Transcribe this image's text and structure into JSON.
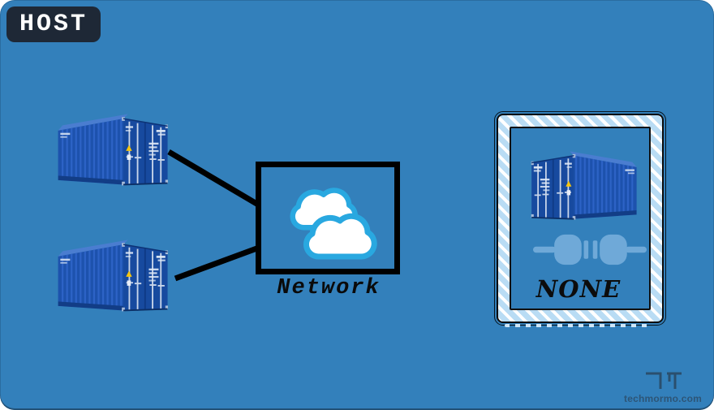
{
  "canvas": {
    "background_color": "#3380bb"
  },
  "host_badge": {
    "label": "HOST",
    "background_color": "#1e2836",
    "text_color": "#ffffff"
  },
  "left_group": {
    "containers": [
      {
        "name": "container-1",
        "art": "blue-shipping-container"
      },
      {
        "name": "container-2",
        "art": "blue-shipping-container"
      }
    ],
    "network_box": {
      "label": "Network",
      "border_color": "#000000",
      "cloud_icon": "cloud-icon",
      "cloud_fill": "#ffffff",
      "cloud_stroke": "#29a8e0"
    },
    "connections": [
      {
        "from": "container-1",
        "to": "network-box",
        "line_color": "#000000"
      },
      {
        "from": "container-2",
        "to": "network-box",
        "line_color": "#000000"
      }
    ]
  },
  "right_group": {
    "label": "NONE",
    "container": {
      "name": "container-3",
      "art": "blue-shipping-container-mirrored"
    },
    "plug_icon": "disconnected-plug-icon",
    "plug_color": "#6fa9d8",
    "frame": {
      "stripe_light": "#ffffff",
      "stripe_blue": "#b9dcf4",
      "outline_color": "#0c0c0c"
    }
  },
  "watermark": {
    "logo_icon": "techmormo-logo-icon",
    "text": "techmormo.com",
    "color": "#2d5577"
  }
}
